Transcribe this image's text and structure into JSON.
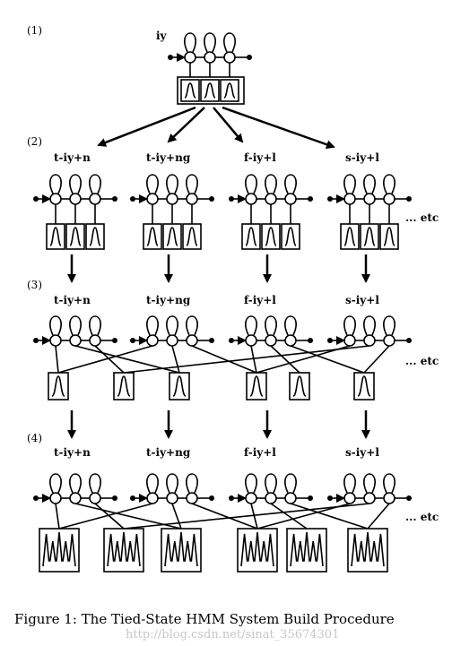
{
  "figure": {
    "caption": "Figure 1: The Tied-State HMM System Build Procedure",
    "watermark": "http://blog.csdn.net/sinat_35674301",
    "stage_labels": [
      "(1)",
      "(2)",
      "(3)",
      "(4)"
    ],
    "initial_model_label": "iy",
    "triphone_labels": [
      "t-iy+n",
      "t-iy+ng",
      "f-iy+l",
      "s-iy+l"
    ],
    "etc_label": "... etc"
  }
}
